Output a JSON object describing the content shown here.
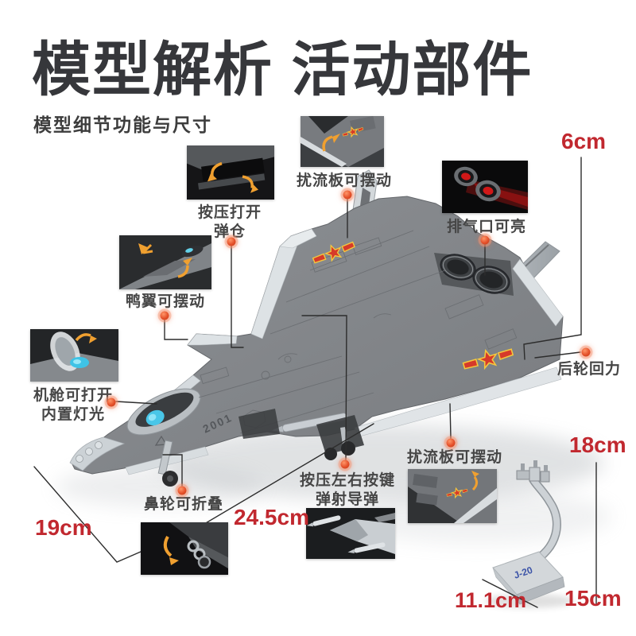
{
  "header": {
    "title": "模型解析 活动部件",
    "subtitle": "模型细节功能与尺寸"
  },
  "callouts": {
    "bay": {
      "label": "按压打开\n弹仓"
    },
    "spoiler_top": {
      "label": "扰流板可摆动"
    },
    "exhaust": {
      "label": "排气口可亮"
    },
    "canard": {
      "label": "鸭翼可摆动"
    },
    "cockpit": {
      "label": "机舱可打开\n内置灯光"
    },
    "nosewheel": {
      "label": "鼻轮可折叠"
    },
    "missile_buttons": {
      "label": "按压左右按键\n弹射导弹"
    },
    "spoiler_bottom": {
      "label": "扰流板可摆动"
    },
    "rear_wheel": {
      "label": "后轮回力"
    }
  },
  "dimensions": {
    "model_height": "6cm",
    "wingspan": "19cm",
    "length": "24.5cm",
    "stand_height": "18cm",
    "stand_width": "11.1cm",
    "stand_depth": "15cm"
  },
  "plane": {
    "nose_marking": "2001",
    "stand_marking": "J-20"
  },
  "colors": {
    "title": "#36373b",
    "dimension_red": "#c1282f",
    "label_gray": "#464646",
    "leader_line": "#2d2d2d",
    "dot_orange": "#e4502a",
    "jet_body": "#84878b",
    "jet_edge_light": "#dde2e5"
  },
  "icons": {
    "callout_dot": "glow-dot",
    "motion_arrow": "curved-orange-arrow"
  }
}
